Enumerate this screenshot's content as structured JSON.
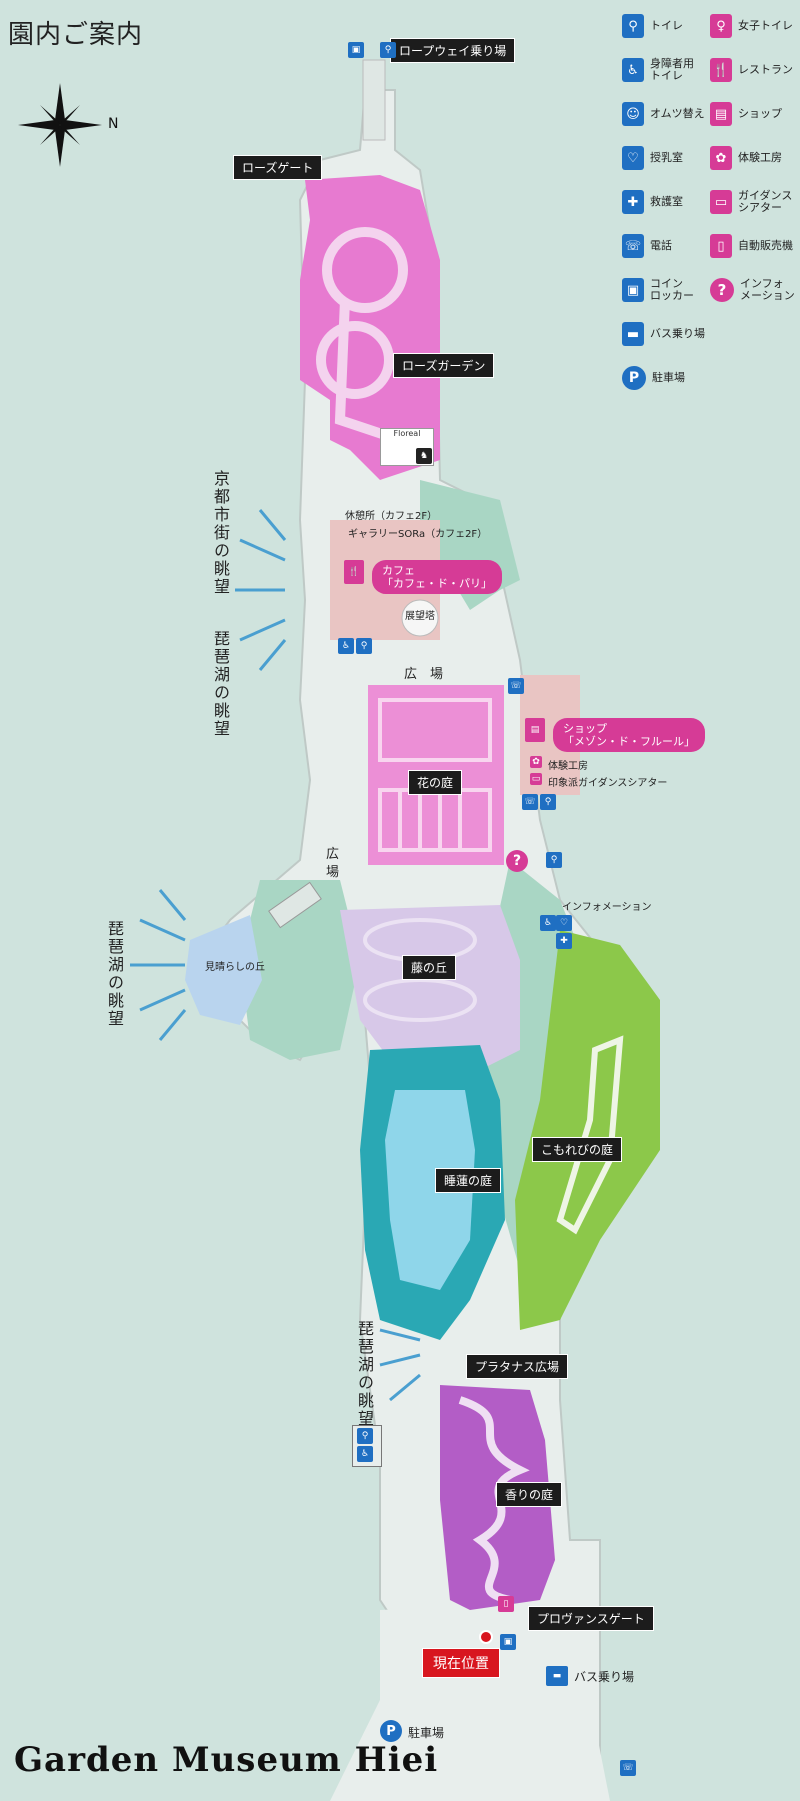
{
  "title": "園内ご案内",
  "brand": "Garden Museum Hiei",
  "compass_n": "N",
  "legend": [
    {
      "icon": "toilet-icon",
      "label": "トイレ",
      "style": "b"
    },
    {
      "icon": "womens-toilet-icon",
      "label": "女子トイレ",
      "style": "p"
    },
    {
      "icon": "accessible-toilet-icon",
      "label": "身障者用\nトイレ",
      "style": "b"
    },
    {
      "icon": "restaurant-icon",
      "label": "レストラン",
      "style": "p"
    },
    {
      "icon": "diaper-change-icon",
      "label": "オムツ替え",
      "style": "b"
    },
    {
      "icon": "shop-icon",
      "label": "ショップ",
      "style": "p"
    },
    {
      "icon": "nursing-room-icon",
      "label": "授乳室",
      "style": "b"
    },
    {
      "icon": "workshop-icon",
      "label": "体験工房",
      "style": "p"
    },
    {
      "icon": "first-aid-icon",
      "label": "救護室",
      "style": "b"
    },
    {
      "icon": "guidance-theater-icon",
      "label": "ガイダンス\nシアター",
      "style": "p"
    },
    {
      "icon": "telephone-icon",
      "label": "電話",
      "style": "b"
    },
    {
      "icon": "vending-machine-icon",
      "label": "自動販売機",
      "style": "p"
    },
    {
      "icon": "coin-locker-icon",
      "label": "コイン\nロッカー",
      "style": "b"
    },
    {
      "icon": "information-icon",
      "label": "インフォ\nメーション",
      "style": "pc"
    },
    {
      "icon": "bus-stop-icon",
      "label": "バス乗り場",
      "style": "b"
    },
    {
      "icon": "parking-icon",
      "label": "駐車場",
      "style": "bc"
    }
  ],
  "labels": {
    "ropeway": "ロープウェイ乗り場",
    "rose_gate": "ローズゲート",
    "rose_garden": "ローズガーデン",
    "floreal": "Floreal",
    "rest_area": "休憩所（カフェ2F）",
    "gallery": "ギャラリーSORa（カフェ2F）",
    "cafe": "カフェ\n「カフェ・ド・パリ」",
    "observatory": "展望塔",
    "plaza1": "広　場",
    "shop": "ショップ\n「メゾン・ド・フルール」",
    "workshop": "体験工房",
    "guidance": "印象派ガイダンスシアター",
    "flower_garden": "花の庭",
    "plaza2": "広\n場",
    "information": "インフォメーション",
    "miharashi": "見晴らしの丘",
    "wisteria_hill": "藤の丘",
    "komorebi": "こもれびの庭",
    "water_lily": "睡蓮の庭",
    "platanus": "プラタナス広場",
    "fragrance": "香りの庭",
    "provence_gate": "プロヴァンスゲート",
    "current_pos": "現在位置",
    "bus_stop": "バス乗り場",
    "parking": "駐車場"
  },
  "views": {
    "kyoto": "京都市街の眺望",
    "biwa1": "琵琶湖の眺望",
    "biwa2": "琵琶湖の眺望",
    "biwa3": "琵琶湖の眺望"
  },
  "colors": {
    "background": "#cfe3dd",
    "path": "#e8eeec",
    "rose": "#e77ad0",
    "flower": "#ec8fd6",
    "wisteria": "#d7c8e8",
    "water": "#2aa8b4",
    "water_light": "#8fd6ea",
    "komorebi": "#8cc84a",
    "fragrance": "#b35dc6",
    "green_lawn": "#a9d6c4",
    "icon_blue": "#1f6fc2",
    "icon_pink": "#d63b96",
    "current_red": "#d8161f"
  }
}
